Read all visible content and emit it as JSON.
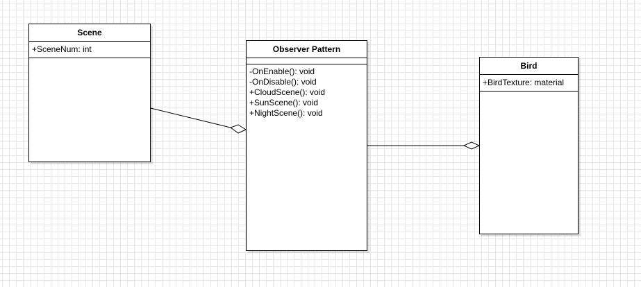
{
  "classes": {
    "scene": {
      "name": "Scene",
      "attributes": [
        "+SceneNum: int"
      ],
      "methods": []
    },
    "observer": {
      "name": "Observer Pattern",
      "attributes": [],
      "methods": [
        "-OnEnable(): void",
        "-OnDisable(): void",
        "+CloudScene(): void",
        "+SunScene(): void",
        "+NightScene(): void"
      ]
    },
    "bird": {
      "name": "Bird",
      "attributes": [
        "+BirdTexture: material"
      ],
      "methods": []
    }
  },
  "relationships": [
    {
      "from": "Scene",
      "to": "Observer Pattern",
      "type": "aggregation"
    },
    {
      "from": "Observer Pattern",
      "to": "Bird",
      "type": "aggregation"
    }
  ],
  "colors": {
    "line": "#000000",
    "grid": "#e8e8e8",
    "background": "#ffffff"
  }
}
